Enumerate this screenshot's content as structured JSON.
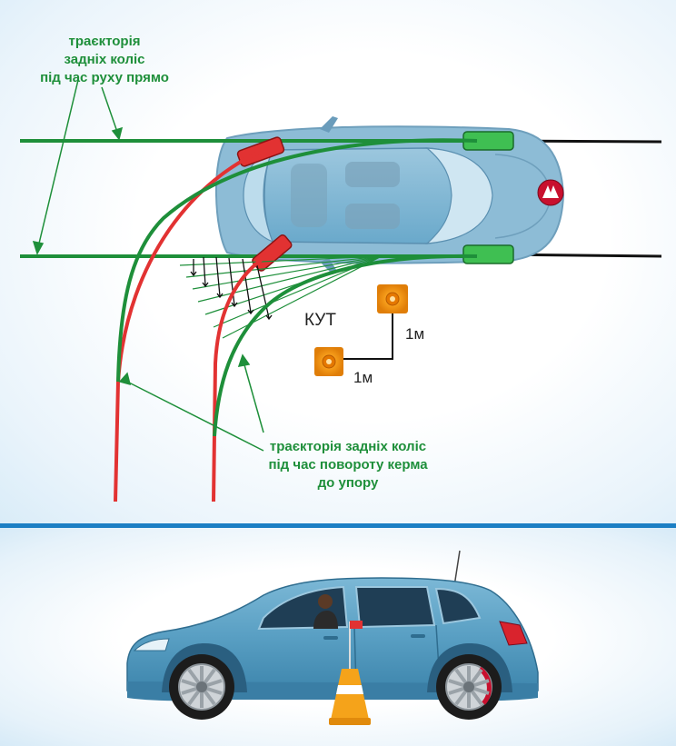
{
  "labels": {
    "straight_line1": "траєкторія",
    "straight_line2": "задніх коліс",
    "straight_line3": "під час руху прямо",
    "turn_line1": "траєкторія задніх коліс",
    "turn_line2": "під час повороту керма",
    "turn_line3": "до упору",
    "angle": "КУТ",
    "dist_vertical": "1м",
    "dist_horizontal": "1м"
  },
  "colors": {
    "green": "#1e8f3a",
    "red": "#e23232",
    "divider": "#1c7fc4",
    "car_body": "#5fa6c9",
    "cone": "#f5a31a"
  },
  "icons": {
    "logo": "driving-school-logo-icon"
  }
}
